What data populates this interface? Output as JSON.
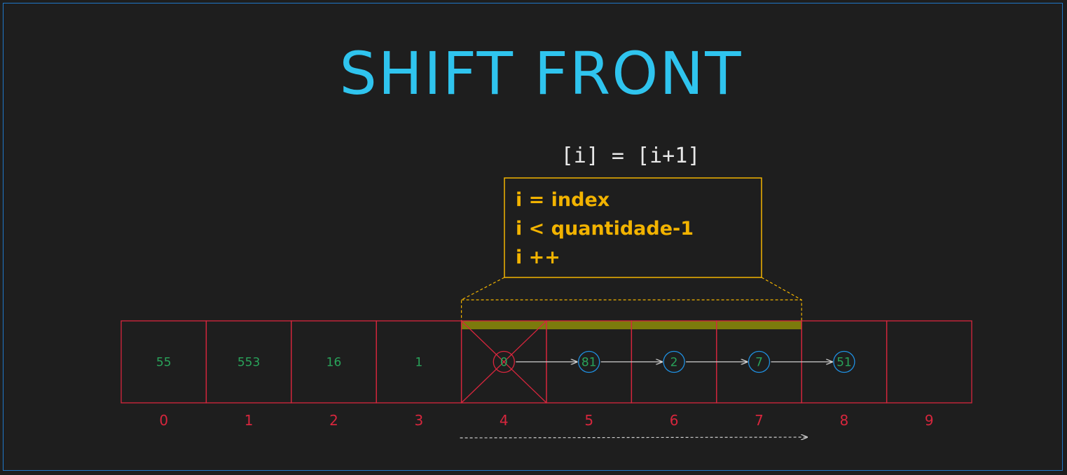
{
  "title": "SHIFT FRONT",
  "formula": "[i] = [i+1]",
  "loop": {
    "lines": [
      "i = index",
      "i < quantidade-1",
      "i ++"
    ]
  },
  "array": {
    "values": [
      "55",
      "553",
      "16",
      "1",
      "0",
      "81",
      "2",
      "7",
      "51",
      ""
    ],
    "indices": [
      "0",
      "1",
      "2",
      "3",
      "4",
      "5",
      "6",
      "7",
      "8",
      "9"
    ],
    "removed_index": 4,
    "shift_range": [
      4,
      8
    ]
  },
  "colors": {
    "title": "#2fc4ee",
    "cell_border": "#d7263d",
    "value_text": "#29a35a",
    "index_text": "#d7263d",
    "loop_box": "#f2b300",
    "highlight_bar": "#7c7a0c",
    "circle": "#1f8fe0",
    "arrow": "#cfcfcf"
  }
}
